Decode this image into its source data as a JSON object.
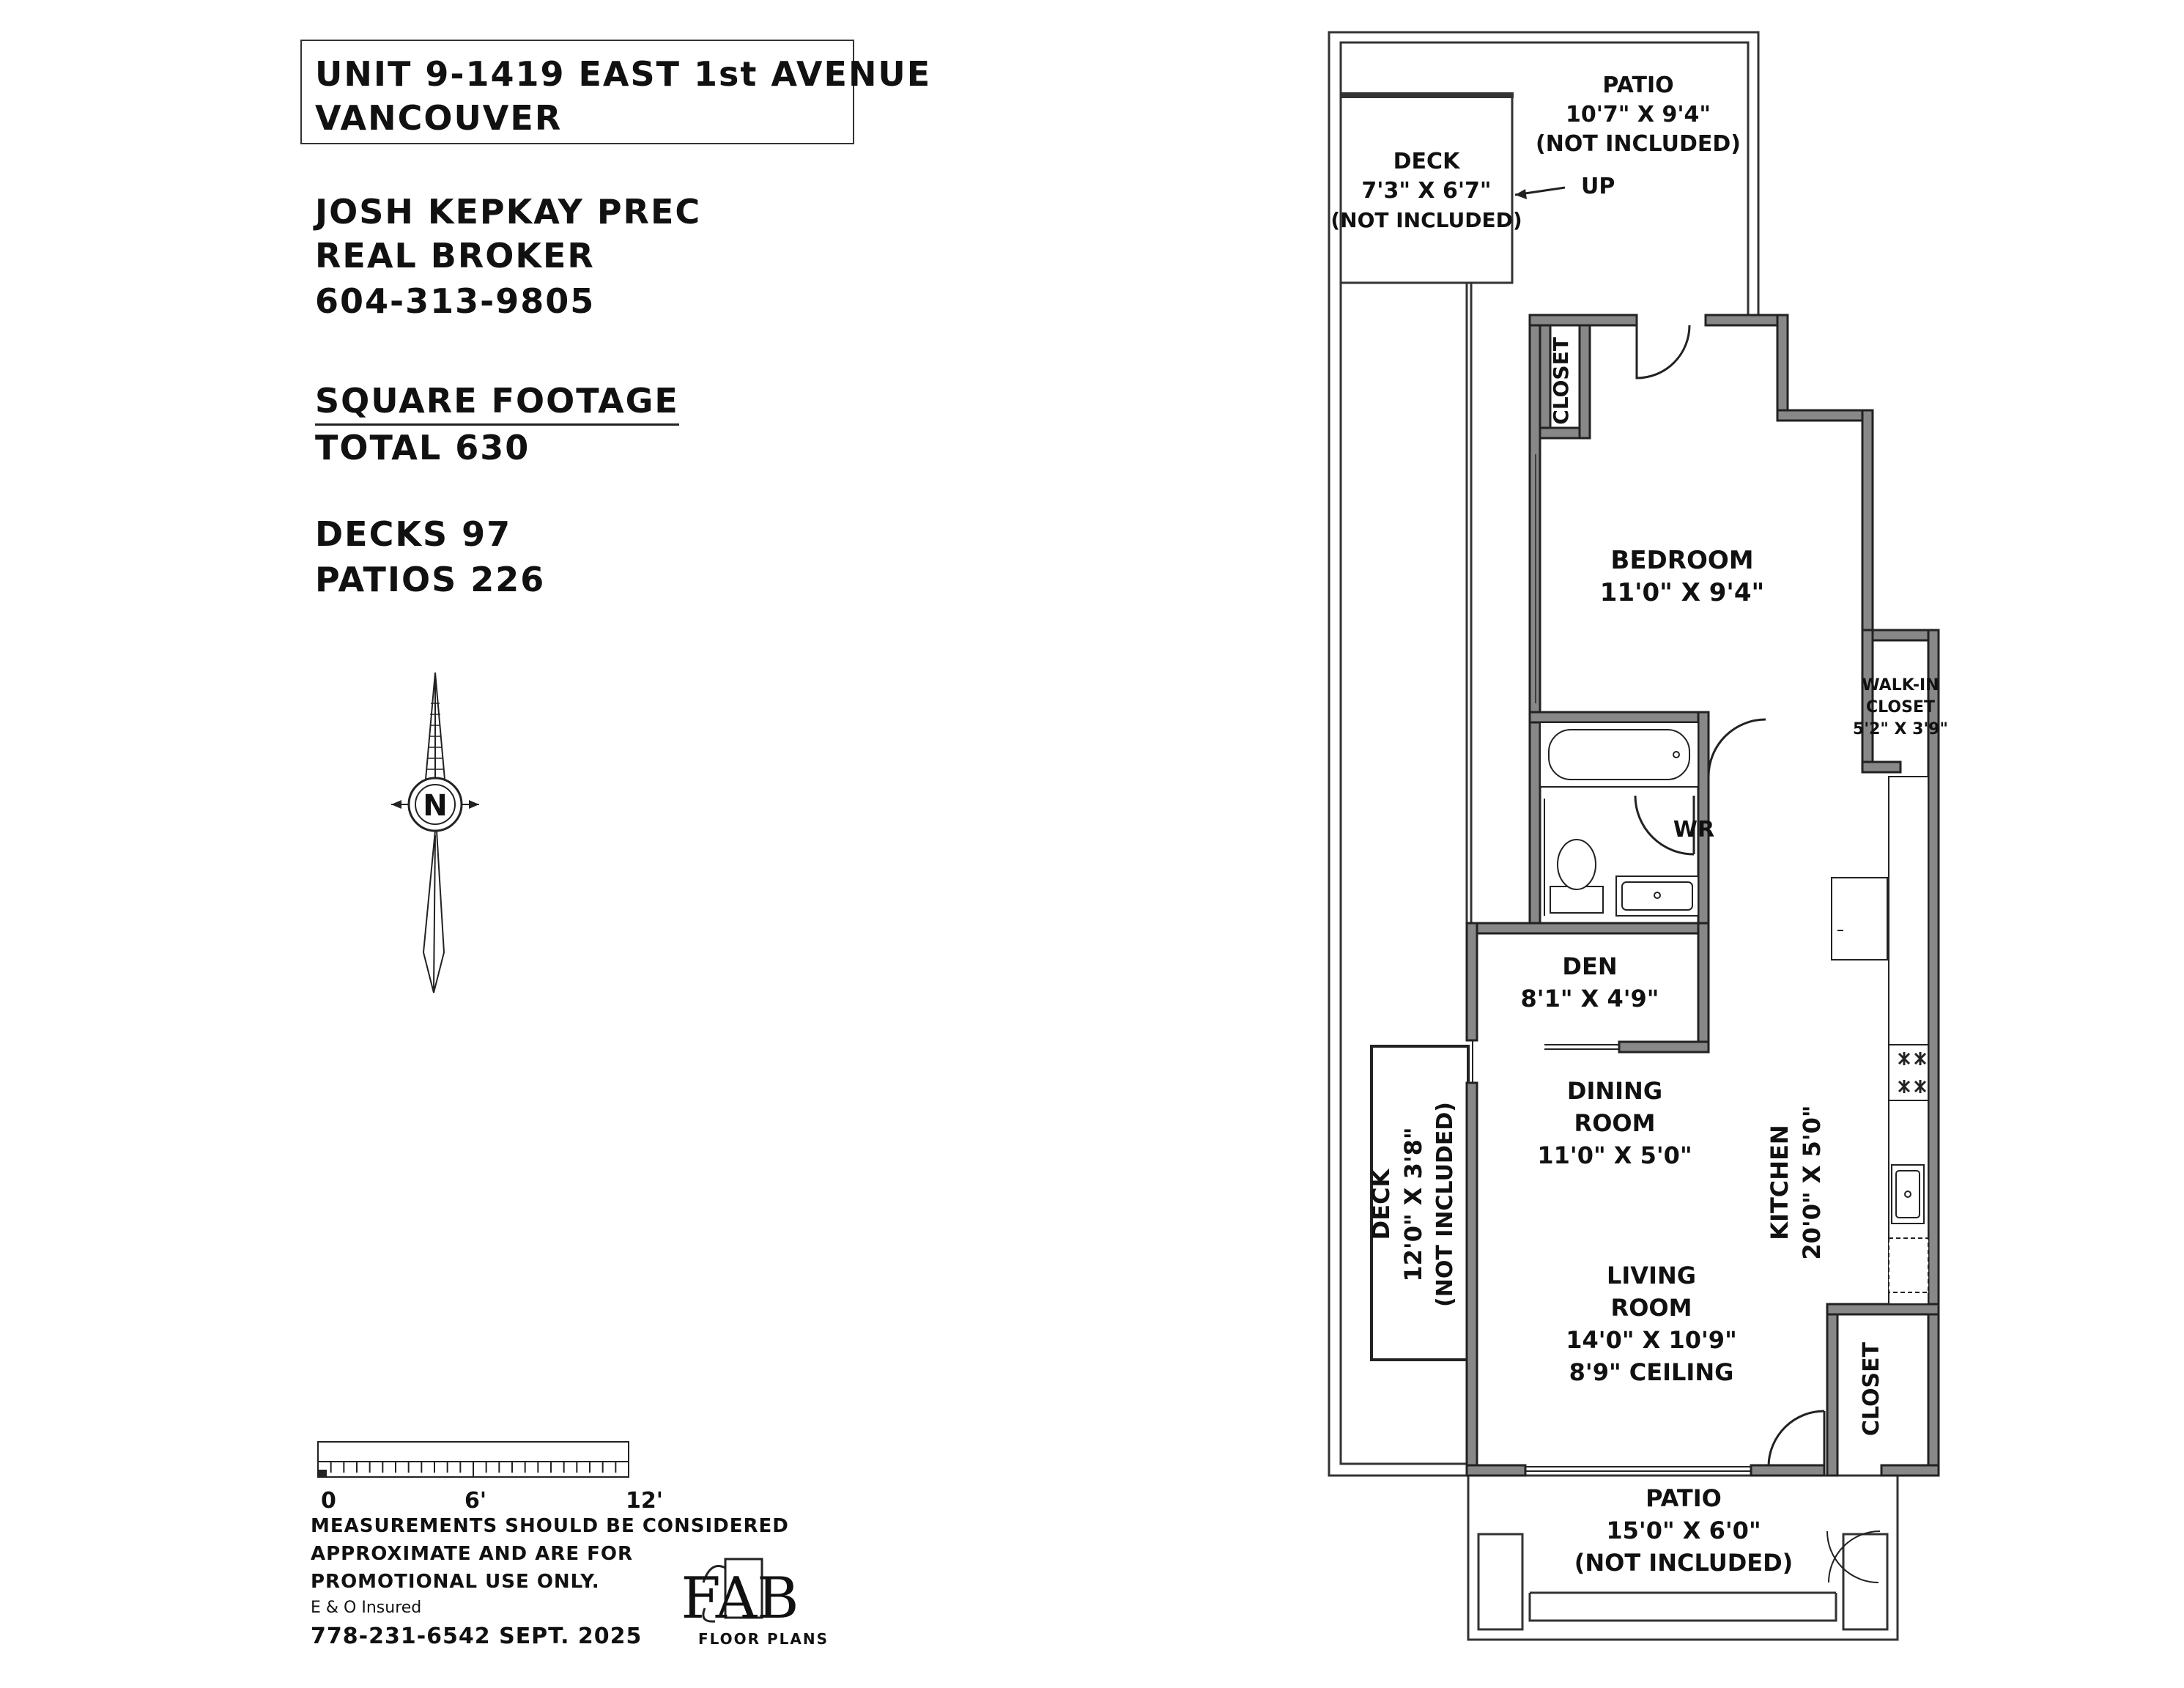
{
  "header": {
    "address_line1": "UNIT 9-1419 EAST 1st AVENUE",
    "address_line2": "VANCOUVER"
  },
  "agent": {
    "name": "JOSH KEPKAY PREC",
    "brokerage": "REAL BROKER",
    "phone": "604-313-9805"
  },
  "square_footage": {
    "heading": "SQUARE FOOTAGE",
    "total": "TOTAL 630",
    "decks": "DECKS 97",
    "patios": "PATIOS 226"
  },
  "scale": {
    "label_0": "0",
    "label_6": "6'",
    "label_12": "12'"
  },
  "disclaimer": {
    "line1": "MEASUREMENTS SHOULD BE CONSIDERED",
    "line2": "APPROXIMATE AND ARE FOR",
    "line3": "PROMOTIONAL USE ONLY.",
    "line4": "E & O Insured",
    "line5": "778-231-6542 SEPT. 2025"
  },
  "logo": {
    "mark": "FAB",
    "sub": "FLOOR PLANS"
  },
  "compass": {
    "letter": "N"
  },
  "rooms": {
    "patio_top": {
      "name": "PATIO",
      "dims": "10'7\" X 9'4\"",
      "note": "(NOT INCLUDED)"
    },
    "deck_top": {
      "name": "DECK",
      "dims": "7'3\" X 6'7\"",
      "note": "(NOT INCLUDED)"
    },
    "up_label": "UP",
    "closet_top": "CLOSET",
    "bedroom": {
      "name": "BEDROOM",
      "dims": "11'0\" X 9'4\""
    },
    "walkin": {
      "name1": "WALK-IN",
      "name2": "CLOSET",
      "dims": "5'2\" X 3'9\""
    },
    "wr": "WR",
    "den": {
      "name": "DEN",
      "dims": "8'1\" X 4'9\""
    },
    "dining": {
      "name1": "DINING",
      "name2": "ROOM",
      "dims": "11'0\" X 5'0\""
    },
    "living": {
      "name1": "LIVING",
      "name2": "ROOM",
      "dims": "14'0\" X 10'9\"",
      "ceiling": "8'9\" CEILING"
    },
    "kitchen": {
      "name": "KITCHEN",
      "dims": "20'0\" X 5'0\""
    },
    "deck_side": {
      "name": "DECK",
      "dims": "12'0\" X 3'8\"",
      "note": "(NOT INCLUDED)"
    },
    "closet_bottom": "CLOSET",
    "patio_bottom": {
      "name": "PATIO",
      "dims": "15'0\" X 6'0\"",
      "note": "(NOT INCLUDED)"
    }
  }
}
